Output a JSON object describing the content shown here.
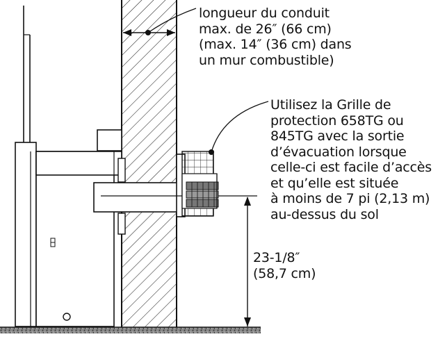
{
  "annotations": {
    "duct_length": "longueur du conduit\nmax. de 26″ (66 cm)\n(max. 14″ (36 cm) dans\nun mur combustible)",
    "grille_note": "Utilisez la Grille de\nprotection 658TG ou\n845TG avec la sortie\nd’évacuation lorsque\ncelle-ci est facile d’accès\net qu’elle est située\nà moins de 7 pi (2,13 m)\nau-dessus du sol",
    "height": "23-1/8″\n(58,7 cm)"
  },
  "colors": {
    "line": "#111111",
    "background": "#ffffff",
    "ground": "#6b6b6b"
  }
}
